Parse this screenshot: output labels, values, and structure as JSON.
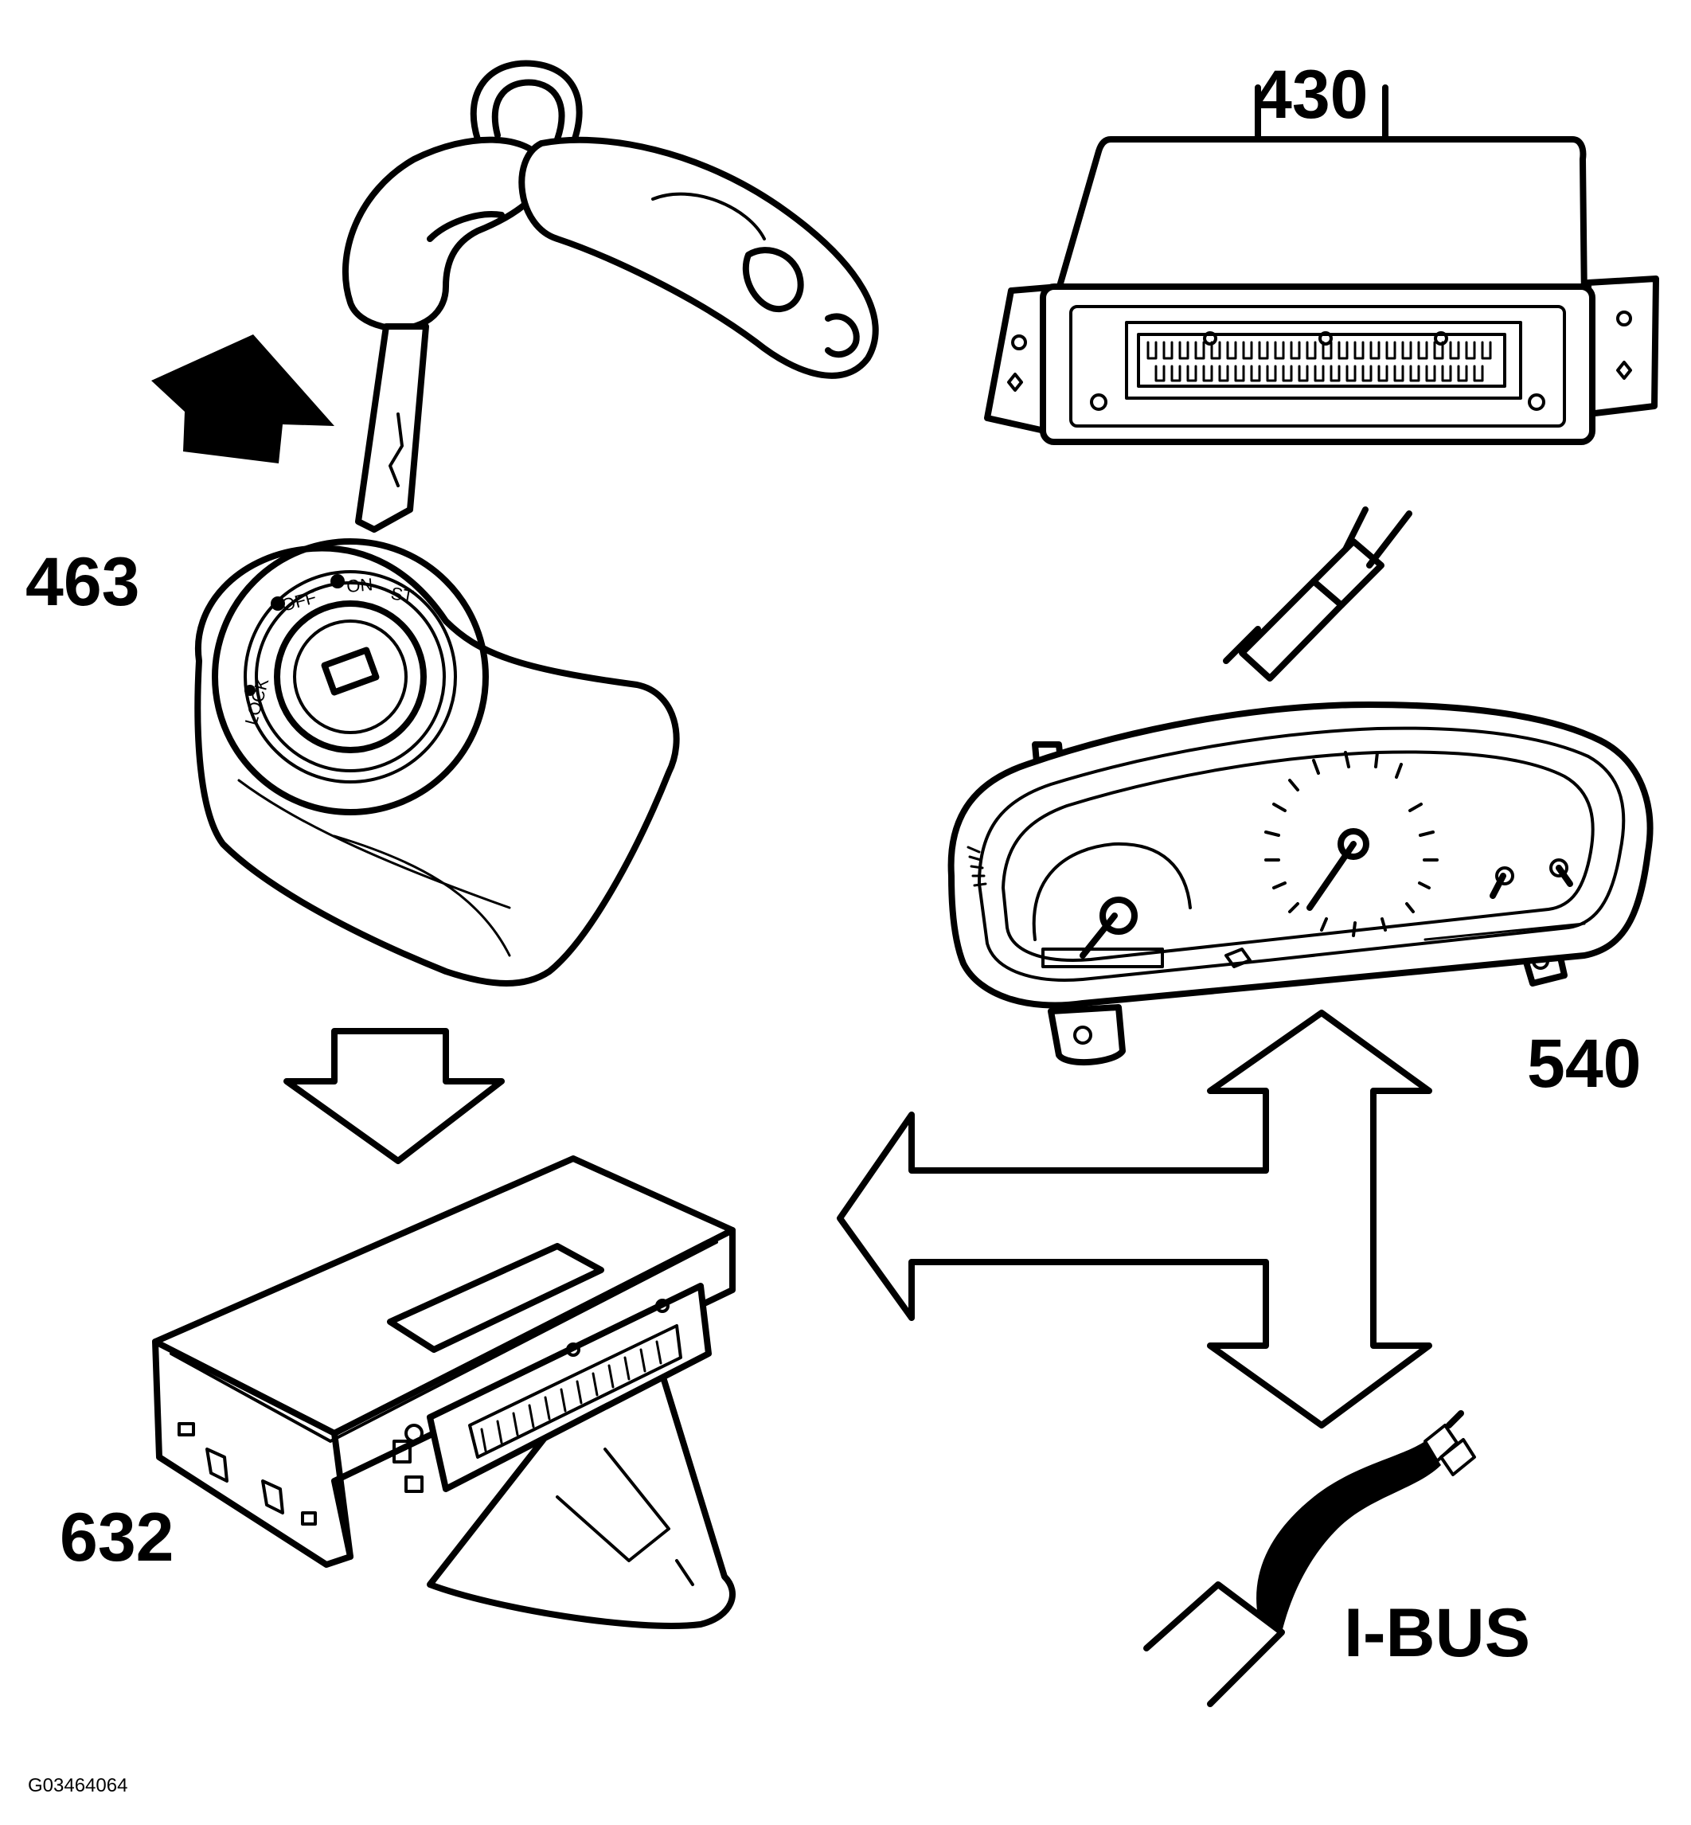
{
  "figure_id": "G03464064",
  "components": {
    "key_ignition": {
      "number": "463",
      "switch_labels": [
        "OFF",
        "ON",
        "ST",
        "LOCK"
      ]
    },
    "module_430": {
      "number": "430"
    },
    "instrument_cluster": {
      "number": "540"
    },
    "module_632": {
      "number": "632"
    },
    "bus": {
      "label": "I-BUS"
    }
  },
  "colors": {
    "ink": "#000000",
    "paper": "#ffffff"
  }
}
